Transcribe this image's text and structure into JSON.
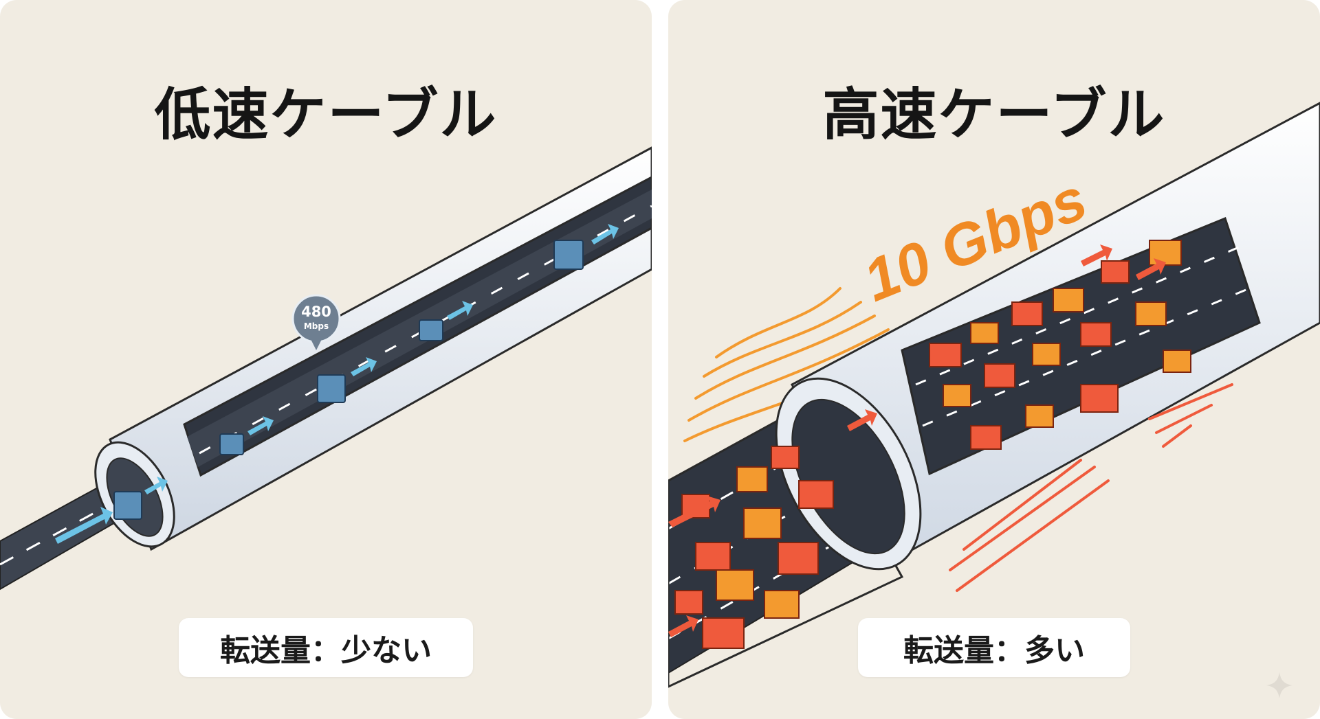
{
  "left_panel": {
    "title": "低速ケーブル",
    "speed_badge": {
      "value": "480",
      "unit": "Mbps"
    },
    "caption": "転送量：少ない"
  },
  "right_panel": {
    "title": "高速ケーブル",
    "speed_label": "10 Gbps",
    "caption": "転送量：多い"
  },
  "colors": {
    "panel_bg": "#f1ece2",
    "cable_white": "#eef1f6",
    "road": "#3a3f48",
    "slow_packet": "#5b8fb8",
    "slow_arrow": "#6cc3e6",
    "fast_packet_red": "#ef5a3c",
    "fast_packet_orange": "#f39a2f",
    "speed_text": "#f08a24"
  },
  "icons": [
    "sparkle-icon"
  ]
}
